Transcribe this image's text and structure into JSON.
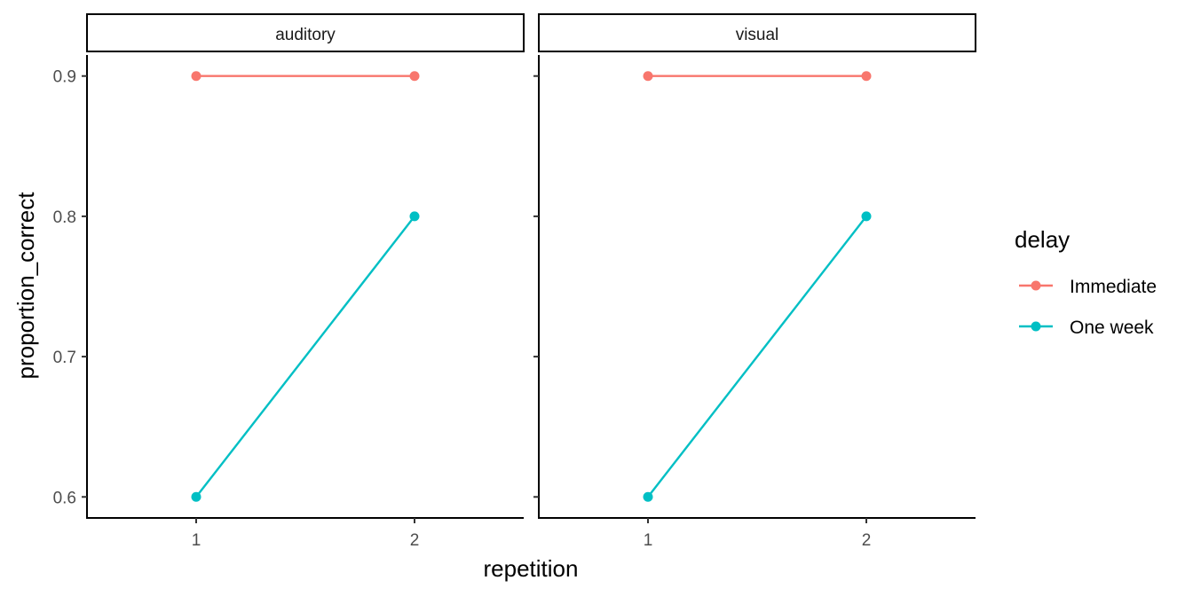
{
  "chart_data": {
    "type": "line",
    "facet_labels": [
      "auditory",
      "visual"
    ],
    "x": [
      1,
      2
    ],
    "x_ticks": [
      "1",
      "2"
    ],
    "y_ticks": [
      "0.6",
      "0.7",
      "0.8",
      "0.9"
    ],
    "xlabel": "repetition",
    "ylabel": "proportion_correct",
    "xlim": [
      0.5,
      2.5
    ],
    "ylim": [
      0.585,
      0.915
    ],
    "legend": {
      "title": "delay",
      "position": "right",
      "entries": [
        {
          "label": "Immediate",
          "color": "#F8766D"
        },
        {
          "label": "One week",
          "color": "#00BFC4"
        }
      ]
    },
    "panels": [
      {
        "facet": "auditory",
        "series": [
          {
            "name": "Immediate",
            "x": [
              1,
              2
            ],
            "values": [
              0.9,
              0.9
            ]
          },
          {
            "name": "One week",
            "x": [
              1,
              2
            ],
            "values": [
              0.6,
              0.8
            ]
          }
        ]
      },
      {
        "facet": "visual",
        "series": [
          {
            "name": "Immediate",
            "x": [
              1,
              2
            ],
            "values": [
              0.9,
              0.9
            ]
          },
          {
            "name": "One week",
            "x": [
              1,
              2
            ],
            "values": [
              0.6,
              0.8
            ]
          }
        ]
      }
    ],
    "grid": false
  }
}
